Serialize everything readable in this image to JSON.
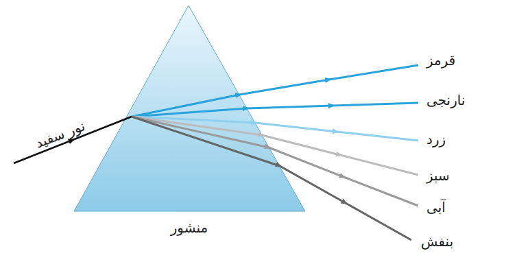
{
  "diagram": {
    "labels": [
      "نور سفید",
      "منشور",
      "قرمز",
      "نارنجی",
      "زرد",
      "سبز",
      "آبی",
      "بنفش"
    ]
  }
}
